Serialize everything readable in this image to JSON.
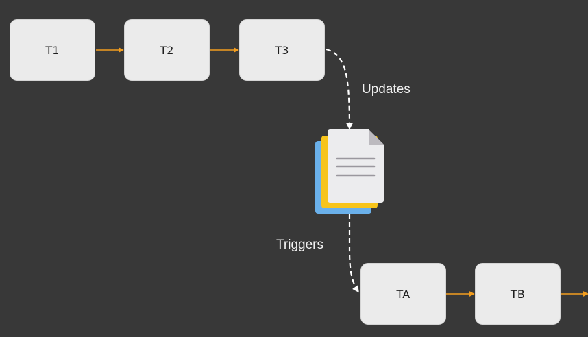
{
  "colors": {
    "background": "#383838",
    "box_fill": "#ebebeb",
    "flow_arrow": "#f29d1f",
    "dependency_arrow": "#ffffff",
    "doc_blue": "#6ab0ea",
    "doc_yellow": "#f7c41a",
    "doc_page": "#ececee",
    "doc_fold": "#bcbabf",
    "doc_lines": "#9a979e"
  },
  "upstream_tasks": [
    "T1",
    "T2",
    "T3"
  ],
  "downstream_tasks": [
    "TA",
    "TB"
  ],
  "edges": {
    "updates_label": "Updates",
    "triggers_label": "Triggers"
  },
  "dataset_icon": "document-stack-icon"
}
